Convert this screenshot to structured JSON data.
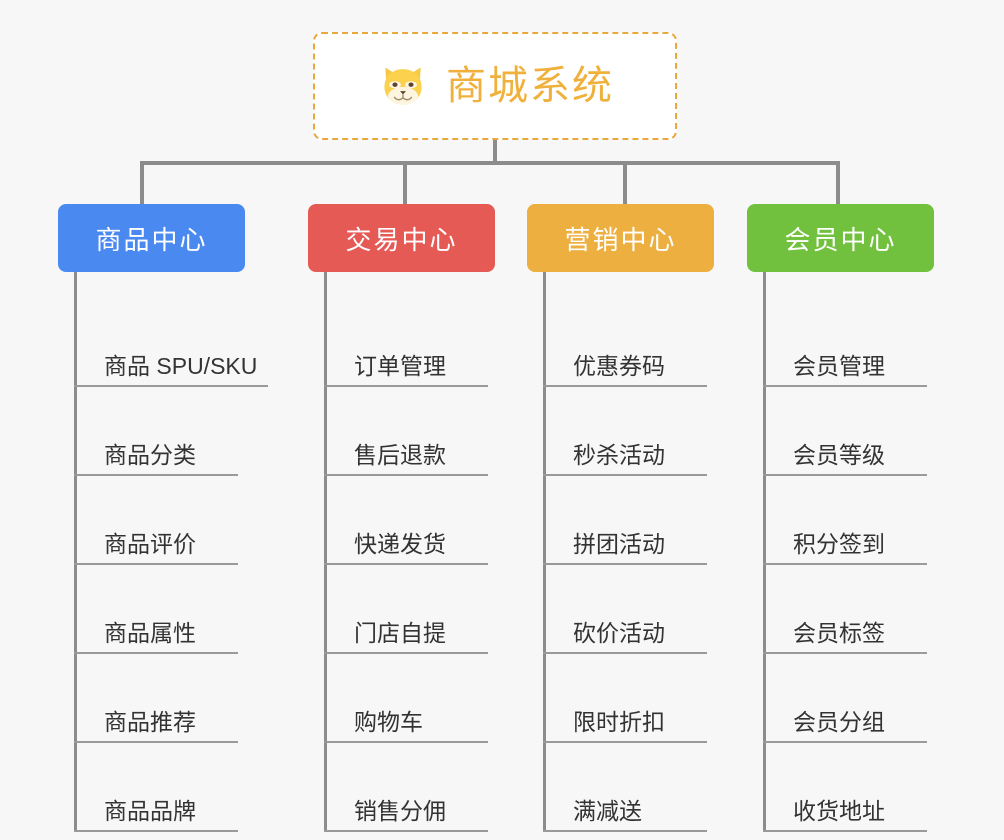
{
  "background_color": "#f7f7f7",
  "root": {
    "title": "商城系统",
    "icon": "shiba-dog-face-icon",
    "border_color": "#e9a83c",
    "text_color": "#f0b03c",
    "background_color": "#ffffff"
  },
  "connector_color": "#8c8c8c",
  "branches": [
    {
      "label": "商品中心",
      "color": "#4a89f0",
      "items": [
        "商品 SPU/SKU",
        "商品分类",
        "商品评价",
        "商品属性",
        "商品推荐",
        "商品品牌"
      ]
    },
    {
      "label": "交易中心",
      "color": "#e65a55",
      "items": [
        "订单管理",
        "售后退款",
        "快递发货",
        "门店自提",
        "购物车",
        "销售分佣"
      ]
    },
    {
      "label": "营销中心",
      "color": "#edaf40",
      "items": [
        "优惠券码",
        "秒杀活动",
        "拼团活动",
        "砍价活动",
        "限时折扣",
        "满减送"
      ]
    },
    {
      "label": "会员中心",
      "color": "#72c13e",
      "items": [
        "会员管理",
        "会员等级",
        "积分签到",
        "会员标签",
        "会员分组",
        "收货地址"
      ]
    }
  ]
}
